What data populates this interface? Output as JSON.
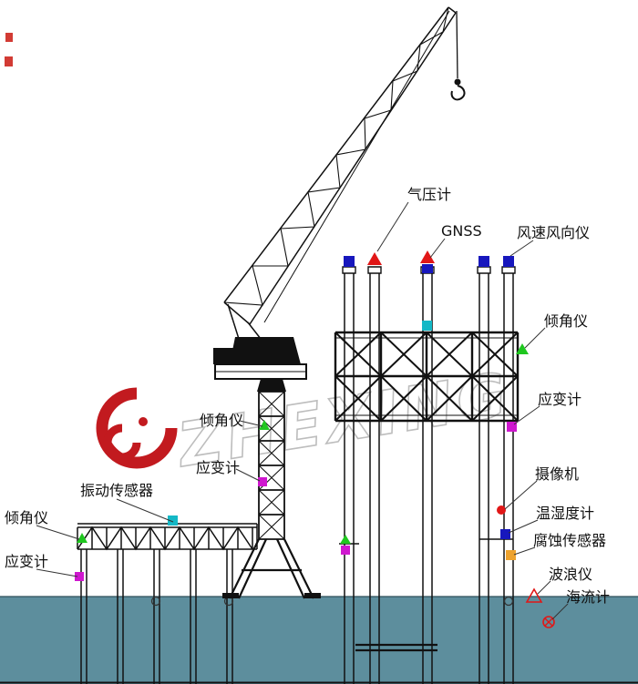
{
  "diagram": {
    "type": "engineering-line-drawing",
    "subject": "offshore platform and crane structural health monitoring sensor layout",
    "watermark": {
      "brand": "ZHEXING"
    },
    "colors": {
      "water": "#5d8e9d",
      "logo_red": "#c21a1f",
      "watermark_gray": "#bdbdbd",
      "marker_blue": "#1717bd",
      "marker_cyan": "#14b8c6",
      "marker_green": "#1fc71f",
      "marker_magenta": "#cf17cf",
      "marker_red": "#e11717",
      "marker_orange": "#eda22e",
      "stamp_red": "#d23b34"
    },
    "sensor_labels": {
      "barometer": "气压计",
      "gnss": "GNSS",
      "wind_sensor": "风速风向仪",
      "inclinometer_right": "倾角仪",
      "strain_gauge_right": "应变计",
      "camera": "摄像机",
      "temp_humidity": "温湿度计",
      "corrosion": "腐蚀传感器",
      "wave_gauge": "波浪仪",
      "current_meter": "海流计",
      "inclinometer_tower": "倾角仪",
      "strain_gauge_tower": "应变计",
      "vibration": "振动传感器",
      "inclinometer_left": "倾角仪",
      "strain_gauge_left": "应变计"
    }
  }
}
